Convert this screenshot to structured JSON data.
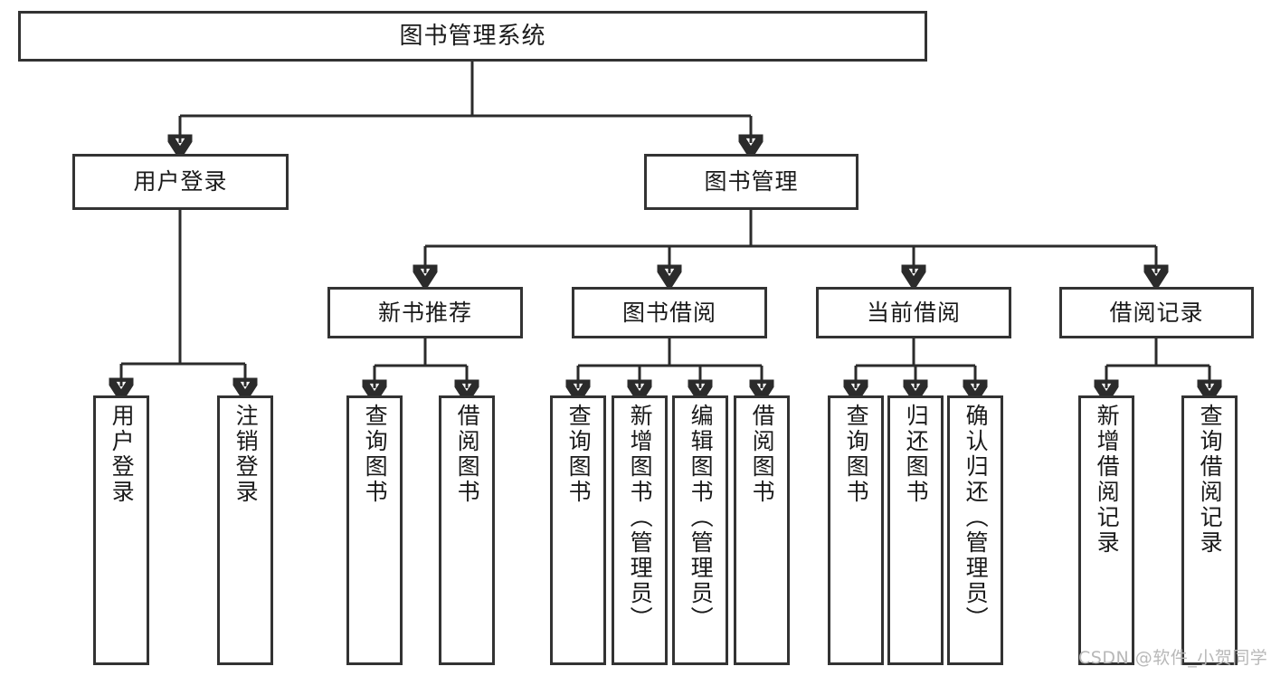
{
  "diagram": {
    "title_node": {
      "label": "图书管理系统"
    },
    "level2": [
      {
        "label": "用户登录"
      },
      {
        "label": "图书管理"
      }
    ],
    "level3": [
      {
        "label": "新书推荐"
      },
      {
        "label": "图书借阅"
      },
      {
        "label": "当前借阅"
      },
      {
        "label": "借阅记录"
      }
    ],
    "leaves": {
      "user_login": [
        {
          "label": "用户登录"
        },
        {
          "label": "注销登录"
        }
      ],
      "new_book_recommend": [
        {
          "label": "查询图书"
        },
        {
          "label": "借阅图书"
        }
      ],
      "book_borrow": [
        {
          "label": "查询图书"
        },
        {
          "label": "新增图书（管理员）"
        },
        {
          "label": "编辑图书（管理员）"
        },
        {
          "label": "借阅图书"
        }
      ],
      "current_borrow": [
        {
          "label": "查询图书"
        },
        {
          "label": "归还图书"
        },
        {
          "label": "确认归还（管理员）"
        }
      ],
      "borrow_record": [
        {
          "label": "新增借阅记录"
        },
        {
          "label": "查询借阅记录"
        }
      ]
    }
  },
  "watermark": {
    "text": "CSDN @软件_小贺同学"
  },
  "colors": {
    "stroke": "#2b2b2b",
    "box_border": "#333333",
    "text": "#1a1a1a",
    "background": "#ffffff",
    "watermark": "#b8b8b8"
  }
}
